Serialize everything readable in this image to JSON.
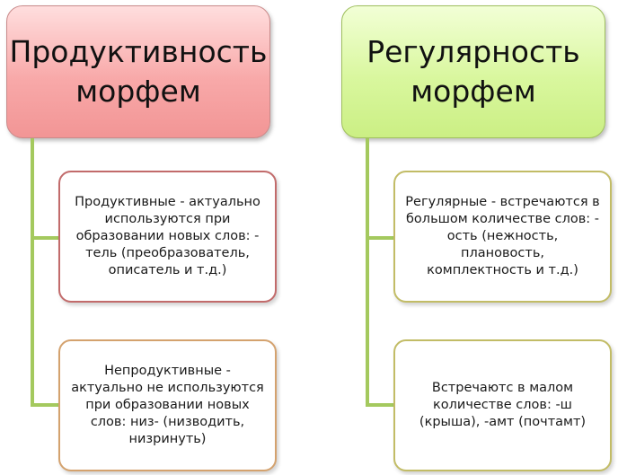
{
  "left": {
    "header": [
      "Продуктивность",
      "морфем"
    ],
    "items": [
      [
        "Продуктивные - актуально",
        "используются при",
        "образовании новых слов: -",
        "тель (преобразователь,",
        "описатель и т.д.)"
      ],
      [
        "Непродуктивные -",
        "актуально не используются",
        "при образовании новых",
        "слов: низ- (низводить,",
        "низринуть)"
      ]
    ]
  },
  "right": {
    "header": [
      "Регулярность",
      "морфем"
    ],
    "items": [
      [
        "Регулярные - встречаются в",
        "большом количестве слов: -",
        "ость (нежность, плановость,",
        "комплектность и т.д.)"
      ],
      [
        "Встречаютс в малом",
        "количестве слов: -ш",
        "(крыша), -амт (почтамт)"
      ]
    ]
  },
  "colors": {
    "left_header": "#f8a9a9",
    "right_header": "#d9f79e",
    "connector": "#a4c95e"
  }
}
